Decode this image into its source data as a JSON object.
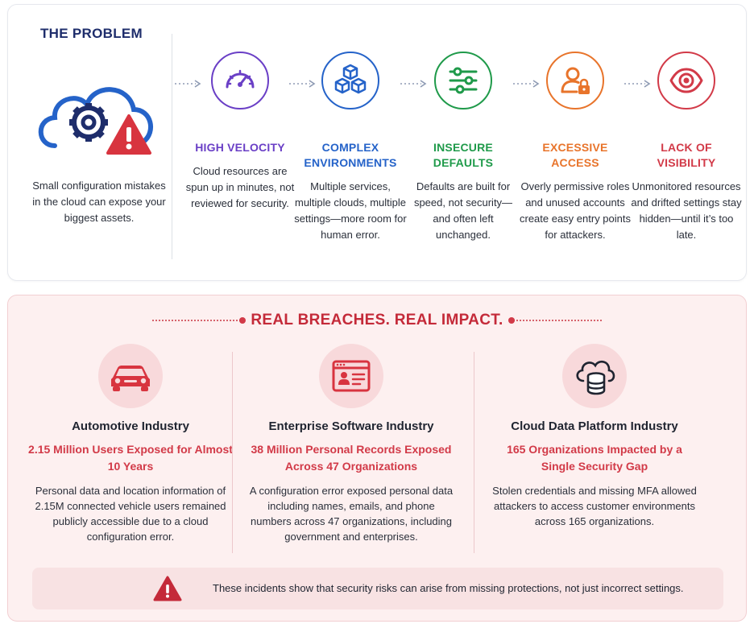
{
  "problem": {
    "title": "THE PROBLEM",
    "text": "Small configuration mistakes in the cloud can expose your biggest assets."
  },
  "steps": [
    {
      "title": "HIGH VELOCITY",
      "desc": "Cloud resources are spun up in minutes, not reviewed for security.",
      "color": "#6a3fc6",
      "icon": "speedometer-icon"
    },
    {
      "title": "COMPLEX ENVIRONMENTS",
      "desc": "Multiple services, multiple clouds, multiple settings—more room for human error.",
      "color": "#2563c9",
      "icon": "cubes-icon"
    },
    {
      "title": "INSECURE DEFAULTS",
      "desc": "Defaults are built for speed, not security—and often left unchanged.",
      "color": "#1f9a4a",
      "icon": "sliders-icon"
    },
    {
      "title": "EXCESSIVE ACCESS",
      "desc": "Overly permissive roles and unused accounts create easy entry points for attackers.",
      "color": "#e8742b",
      "icon": "user-lock-icon"
    },
    {
      "title": "LACK OF VISIBILITY",
      "desc": "Unmonitored resources and drifted settings stay hidden—until it’s too late.",
      "color": "#d23a48",
      "icon": "eye-icon"
    }
  ],
  "breaches": {
    "title": "REAL BREACHES. REAL IMPACT.",
    "items": [
      {
        "industry": "Automotive Industry",
        "stat": "2.15 Million Users Exposed for Almost 10 Years",
        "desc": "Personal data and location information of 2.15M connected vehicle users remained publicly accessible due to a cloud configuration error.",
        "icon": "car-icon"
      },
      {
        "industry": "Enterprise Software Industry",
        "stat": "38 Million Personal Records Exposed Across 47 Organizations",
        "desc": "A configuration error exposed personal data including names, emails, and phone numbers across 47 organizations, including government and enterprises.",
        "icon": "profile-card-icon"
      },
      {
        "industry": "Cloud Data Platform Industry",
        "stat": "165 Organizations Impacted by a Single Security Gap",
        "desc": "Stolen credentials and missing MFA allowed attackers to access customer environments across 165 organizations.",
        "icon": "cloud-database-icon"
      }
    ],
    "note": "These incidents show that security risks can arise from missing protections, not just incorrect settings."
  },
  "colors": {
    "navy": "#1e2d6b",
    "red": "#d23a48",
    "blue": "#2563c9",
    "panel_pink": "#fdf0f0"
  }
}
